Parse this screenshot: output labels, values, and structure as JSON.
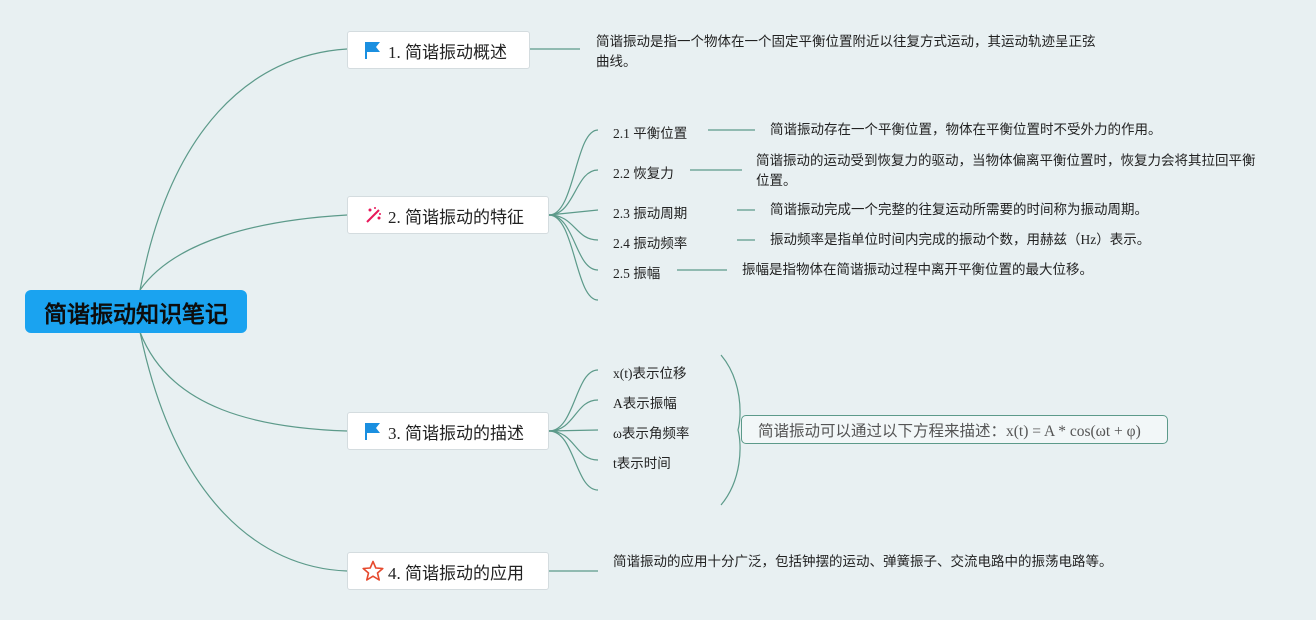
{
  "root": {
    "label": "简谐振动知识笔记"
  },
  "topics": [
    {
      "label": "1. 简谐振动概述",
      "icon": "flag-icon",
      "note": "简谐振动是指一个物体在一个固定平衡位置附近以往复方式运动，其运动轨迹呈正弦曲线。"
    },
    {
      "label": "2. 简谐振动的特征",
      "icon": "sparkle-icon",
      "subtopics": [
        {
          "label": "2.1 平衡位置",
          "note": "简谐振动存在一个平衡位置，物体在平衡位置时不受外力的作用。"
        },
        {
          "label": "2.2 恢复力",
          "note": "简谐振动的运动受到恢复力的驱动，当物体偏离平衡位置时，恢复力会将其拉回平衡位置。"
        },
        {
          "label": "2.3 振动周期",
          "note": "简谐振动完成一个完整的往复运动所需要的时间称为振动周期。"
        },
        {
          "label": "2.4 振动频率",
          "note": "振动频率是指单位时间内完成的振动个数，用赫兹（Hz）表示。"
        },
        {
          "label": "2.5 振幅",
          "note": "振幅是指物体在简谐振动过程中离开平衡位置的最大位移。"
        }
      ]
    },
    {
      "label": "3. 简谐振动的描述",
      "icon": "flag-icon",
      "subtopics": [
        {
          "label": "x(t)表示位移"
        },
        {
          "label": "A表示振幅"
        },
        {
          "label": "ω表示角频率"
        },
        {
          "label": "t表示时间"
        }
      ],
      "summary": "简谐振动可以通过以下方程来描述：x(t) = A * cos(ωt + φ)"
    },
    {
      "label": "4. 简谐振动的应用",
      "icon": "star-icon",
      "note": "简谐振动的应用十分广泛，包括钟摆的运动、弹簧振子、交流电路中的振荡电路等。"
    }
  ],
  "colors": {
    "root": "#1aa3f0",
    "link": "#5c9a8a",
    "flag": "#1a8fe0",
    "sparkle": "#e8185a",
    "star": "#e64a2e"
  }
}
